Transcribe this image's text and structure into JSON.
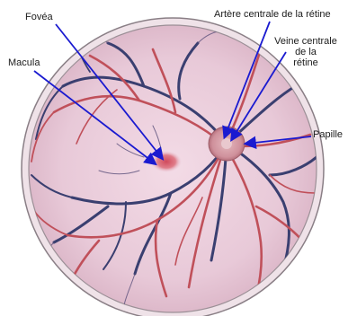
{
  "labels": {
    "fovea": "Fovéa",
    "macula": "Macula",
    "artere": "Artère centrale de la rétine",
    "veine_line1": "Veine centrale",
    "veine_line2": "de la",
    "veine_line3": "rétine",
    "papille": "Papille"
  },
  "colors": {
    "background": "#e8c9d8",
    "rim": "#d8b4c4",
    "artery": "#c0505a",
    "vein": "#3a3f70",
    "pointer": "#1a1ad0",
    "fovea": "#d86070",
    "papilla": "#d49aa4"
  }
}
